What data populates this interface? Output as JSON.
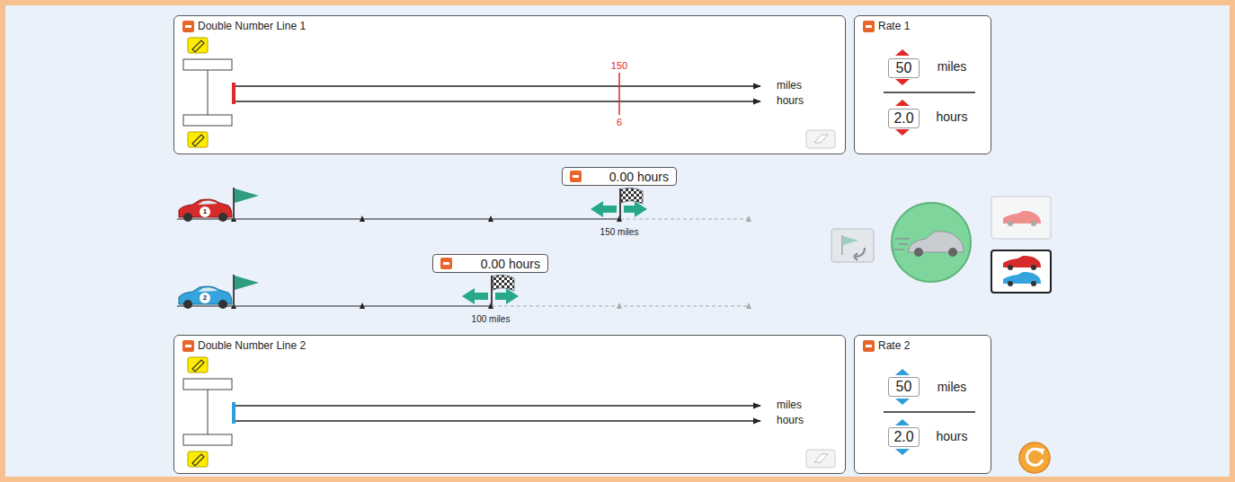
{
  "diagram": {
    "nodes": [
      {
        "text": [
          "Double Number Line 1"
        ]
      },
      {
        "text": [
          "Rate 1"
        ]
      },
      {
        "text": [
          "50"
        ],
        "in": 1
      },
      {
        "text": [
          "2.0"
        ],
        "in": 1
      },
      {
        "text": [
          "0.00 hours"
        ]
      },
      {
        "text": [
          "0.00 hours"
        ]
      },
      {
        "text": [
          "Double Number Line 2"
        ]
      },
      {
        "text": [
          "Rate 2"
        ]
      },
      {
        "text": [
          "50"
        ],
        "in": 7
      },
      {
        "text": [
          "2.0"
        ],
        "in": 7
      }
    ],
    "labels": [
      "150",
      "6",
      "miles",
      "hours",
      "miles",
      "hours",
      "150 miles",
      "100 miles",
      "miles",
      "hours",
      "miles",
      "hours",
      "1",
      "2"
    ]
  }
}
